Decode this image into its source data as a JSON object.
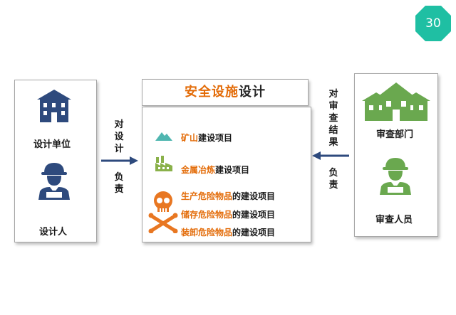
{
  "page_number": "30",
  "colors": {
    "teal": "#1fbfa3",
    "navy": "#2e4a7d",
    "green": "#6aa84f",
    "orange": "#e36c09",
    "mountain": "#4fb6b0",
    "factory": "#8ab14a",
    "skull": "#e87722"
  },
  "left_panel": {
    "org_label": "设计单位",
    "person_label": "设计人",
    "org_icon": "building-icon",
    "person_icon": "worker-icon"
  },
  "right_panel": {
    "org_label": "审查部门",
    "person_label": "审查人员",
    "org_icon": "house-icon",
    "person_icon": "worker-icon"
  },
  "left_arrow": {
    "top": "对设计",
    "bottom": "负责"
  },
  "right_arrow": {
    "top": "对审查结果",
    "bottom": "负责"
  },
  "center": {
    "title_highlight": "安全设施",
    "title_rest": "设计",
    "items": [
      {
        "highlight": "矿山",
        "rest": "建设项目",
        "icon": "mountain-icon"
      },
      {
        "highlight": "金属冶炼",
        "rest": "建设项目",
        "icon": "factory-icon"
      },
      {
        "highlight": "生产危险物品",
        "rest": "的建设项目",
        "icon": "skull-crossbones-icon"
      },
      {
        "highlight": "储存危险物品",
        "rest": "的建设项目"
      },
      {
        "highlight": "装卸危险物品",
        "rest": "的建设项目"
      }
    ]
  }
}
